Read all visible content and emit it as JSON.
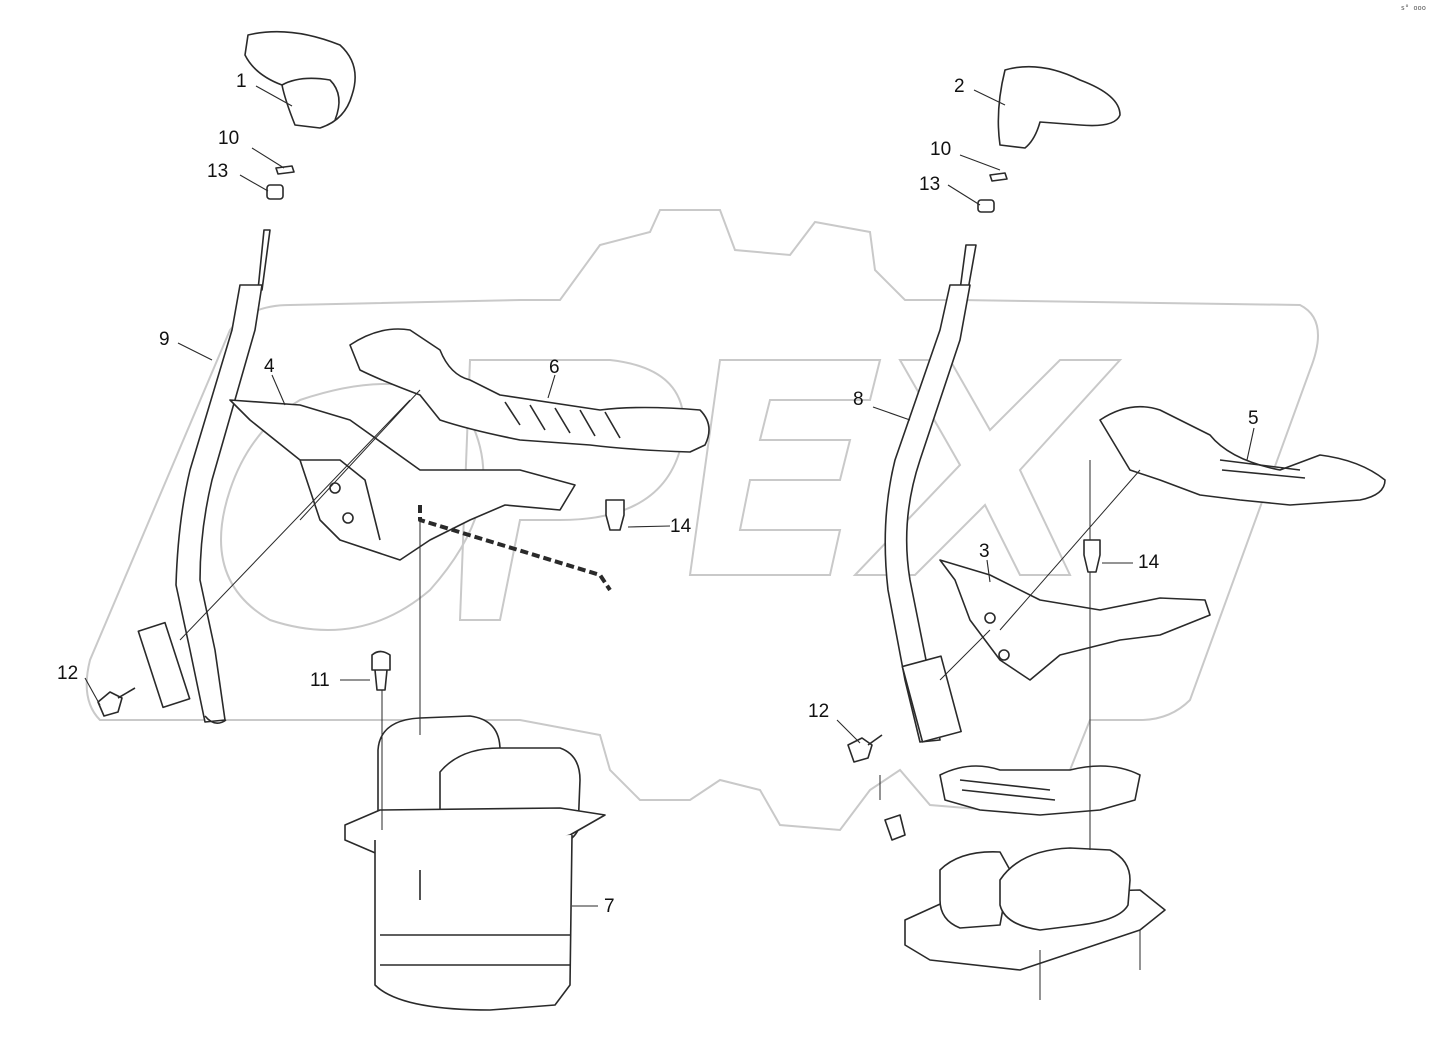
{
  "figure": {
    "callouts": [
      {
        "id": "c1",
        "text": "1"
      },
      {
        "id": "c10a",
        "text": "10"
      },
      {
        "id": "c13a",
        "text": "13"
      },
      {
        "id": "c9",
        "text": "9"
      },
      {
        "id": "c4",
        "text": "4"
      },
      {
        "id": "c6",
        "text": "6"
      },
      {
        "id": "c14a",
        "text": "14"
      },
      {
        "id": "c12a",
        "text": "12"
      },
      {
        "id": "c11",
        "text": "11"
      },
      {
        "id": "c7",
        "text": "7"
      },
      {
        "id": "c2",
        "text": "2"
      },
      {
        "id": "c10b",
        "text": "10"
      },
      {
        "id": "c13b",
        "text": "13"
      },
      {
        "id": "c8",
        "text": "8"
      },
      {
        "id": "c5",
        "text": "5"
      },
      {
        "id": "c3",
        "text": "3"
      },
      {
        "id": "c14b",
        "text": "14"
      },
      {
        "id": "c12b",
        "text": "12"
      }
    ],
    "corner_mark": "s° ooo"
  },
  "colors": {
    "line": "#2a2a2a",
    "watermark": "#c9c9c9",
    "background": "#ffffff"
  }
}
